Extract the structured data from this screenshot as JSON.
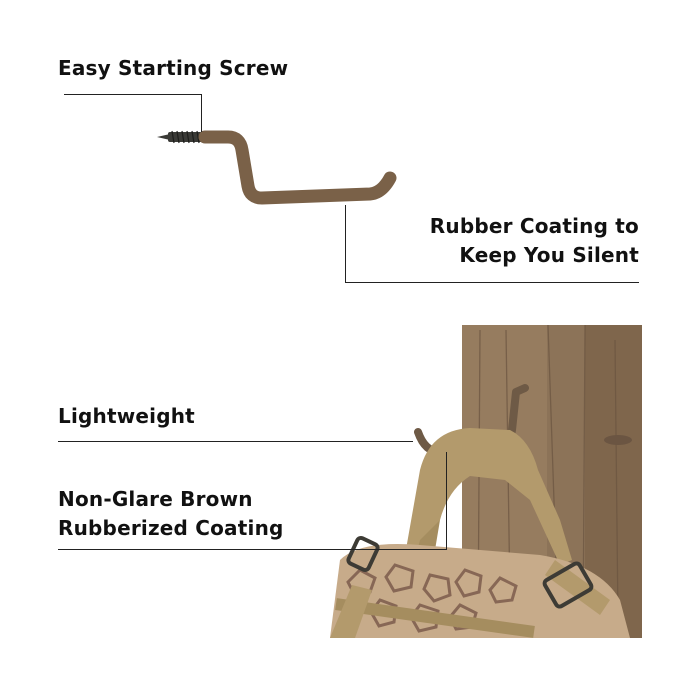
{
  "callouts": {
    "screw": "Easy Starting Screw",
    "rubber_line1": "Rubber Coating to",
    "rubber_line2": "Keep You Silent",
    "lightweight": "Lightweight",
    "nonglare_line1": "Non-Glare Brown",
    "nonglare_line2": "Rubberized Coating"
  },
  "colors": {
    "background": "#ffffff",
    "text": "#111111",
    "leader_line": "#222222",
    "hook_coating": "#7a6148",
    "screw_thread": "#3a3a36",
    "wood": "#8c7358",
    "strap": "#b39a6c",
    "camo_light": "#c7ab8a",
    "camo_dark": "#7c5c4c"
  }
}
